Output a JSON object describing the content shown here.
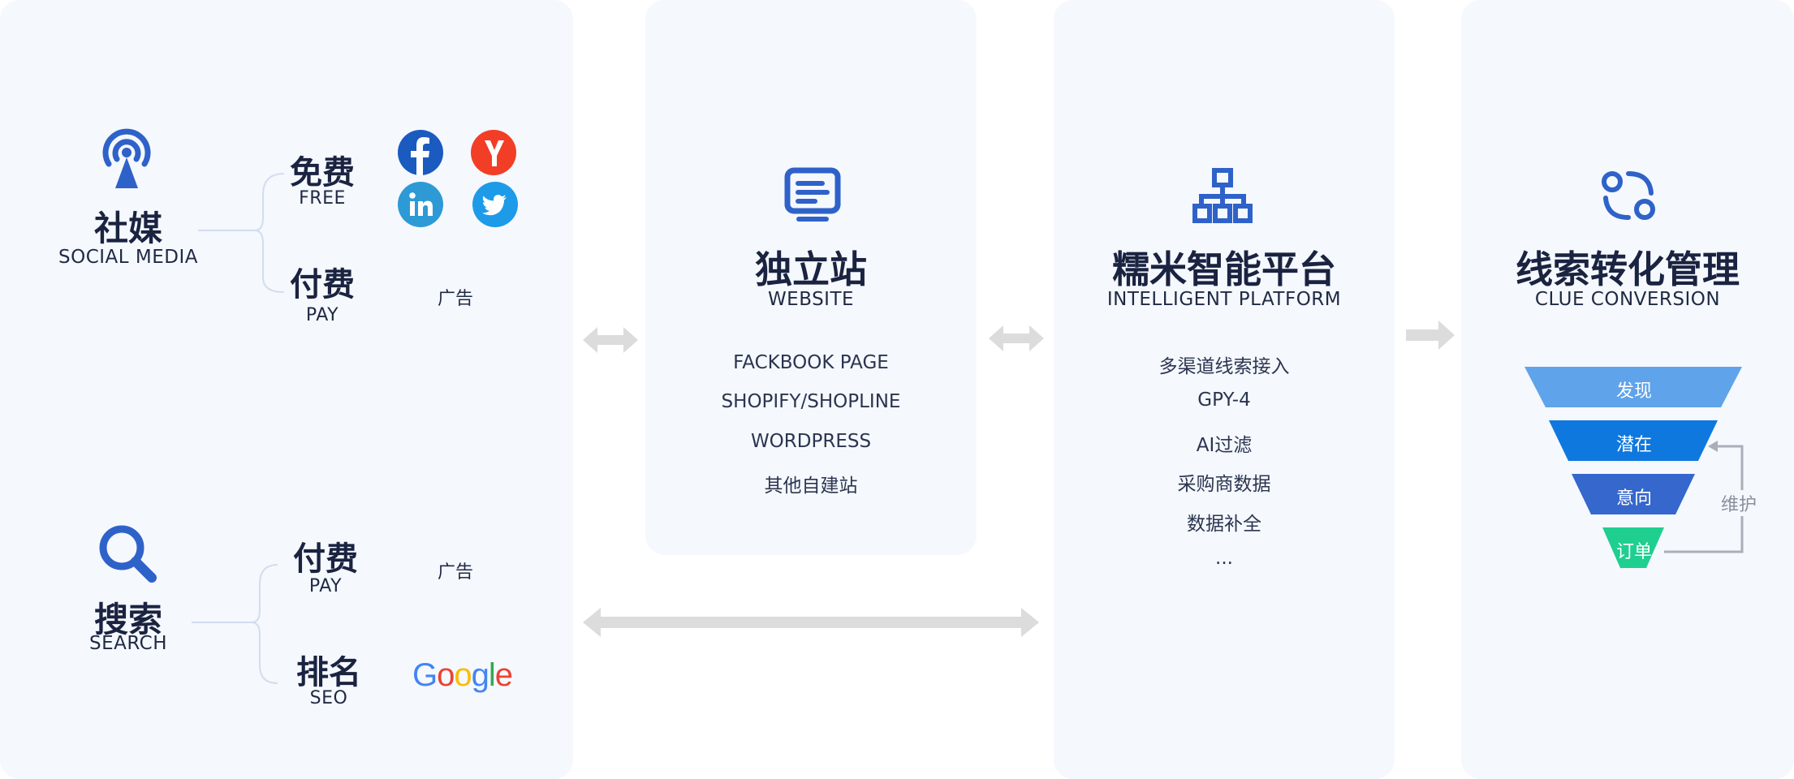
{
  "sources": {
    "social": {
      "title_cn": "社媒",
      "title_en": "SOCIAL MEDIA",
      "icon": "broadcast-icon",
      "free": {
        "cn": "免费",
        "en": "FREE"
      },
      "pay": {
        "cn": "付费",
        "en": "PAY",
        "detail": "广告"
      },
      "platform_icons": [
        "facebook-icon",
        "yandex-icon",
        "linkedin-icon",
        "twitter-icon"
      ]
    },
    "search": {
      "title_cn": "搜索",
      "title_en": "SEARCH",
      "icon": "search-icon",
      "pay": {
        "cn": "付费",
        "en": "PAY",
        "detail": "广告"
      },
      "seo": {
        "cn": "排名",
        "en": "SEO",
        "logo": "Google"
      }
    }
  },
  "website": {
    "title_cn": "独立站",
    "title_en": "WEBSITE",
    "icon": "monitor-icon",
    "items": [
      "FACKBOOK PAGE",
      "SHOPIFY/SHOPLINE",
      "WORDPRESS",
      "其他自建站"
    ]
  },
  "platform": {
    "title_cn": "糯米智能平台",
    "title_en": "INTELLIGENT PLATFORM",
    "icon": "hierarchy-icon",
    "items": [
      "多渠道线索接入",
      "GPY-4",
      "AI过滤",
      "采购商数据",
      "数据补全",
      "..."
    ]
  },
  "conversion": {
    "title_cn": "线索转化管理",
    "title_en": "CLUE CONVERSION",
    "icon": "conversion-icon",
    "funnel": [
      {
        "label": "发现",
        "color": "#5fa3ea"
      },
      {
        "label": "潜在",
        "color": "#0f78de"
      },
      {
        "label": "意向",
        "color": "#3567cc"
      },
      {
        "label": "订单",
        "color": "#1fcf8f"
      }
    ],
    "loop_label": "维护"
  },
  "colors": {
    "panel": "#f5f8fd",
    "brand_blue": "#2f62c9",
    "arrow_gray": "#dcdcdc"
  }
}
